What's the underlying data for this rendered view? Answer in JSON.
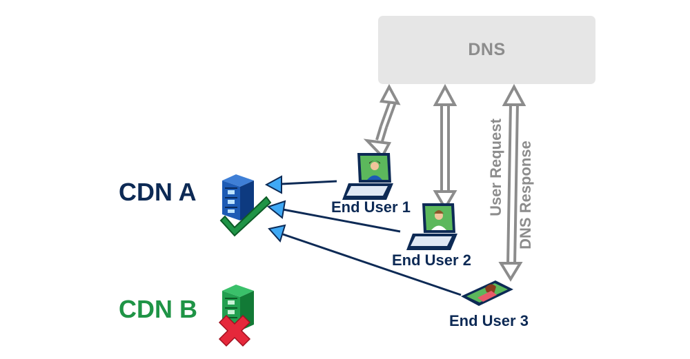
{
  "dns": {
    "label": "DNS"
  },
  "cdns": [
    {
      "label": "CDN A",
      "status": "selected",
      "color": "#0d2a55"
    },
    {
      "label": "CDN B",
      "status": "rejected",
      "color": "#1f9446"
    }
  ],
  "users": [
    {
      "label": "End User 1",
      "device": "laptop-icon"
    },
    {
      "label": "End User 2",
      "device": "laptop-icon"
    },
    {
      "label": "End User 3",
      "device": "phone-icon"
    }
  ],
  "flow_labels": {
    "request": "User Request",
    "response": "DNS Response"
  },
  "colors": {
    "navy": "#0d2a55",
    "server_blue": "#1d5bb5",
    "arrow_light_blue": "#3fa9f5",
    "gray_arrow": "#8c8c8c",
    "green": "#1f9446",
    "red": "#e5283b",
    "screen_green": "#5cb85c"
  }
}
